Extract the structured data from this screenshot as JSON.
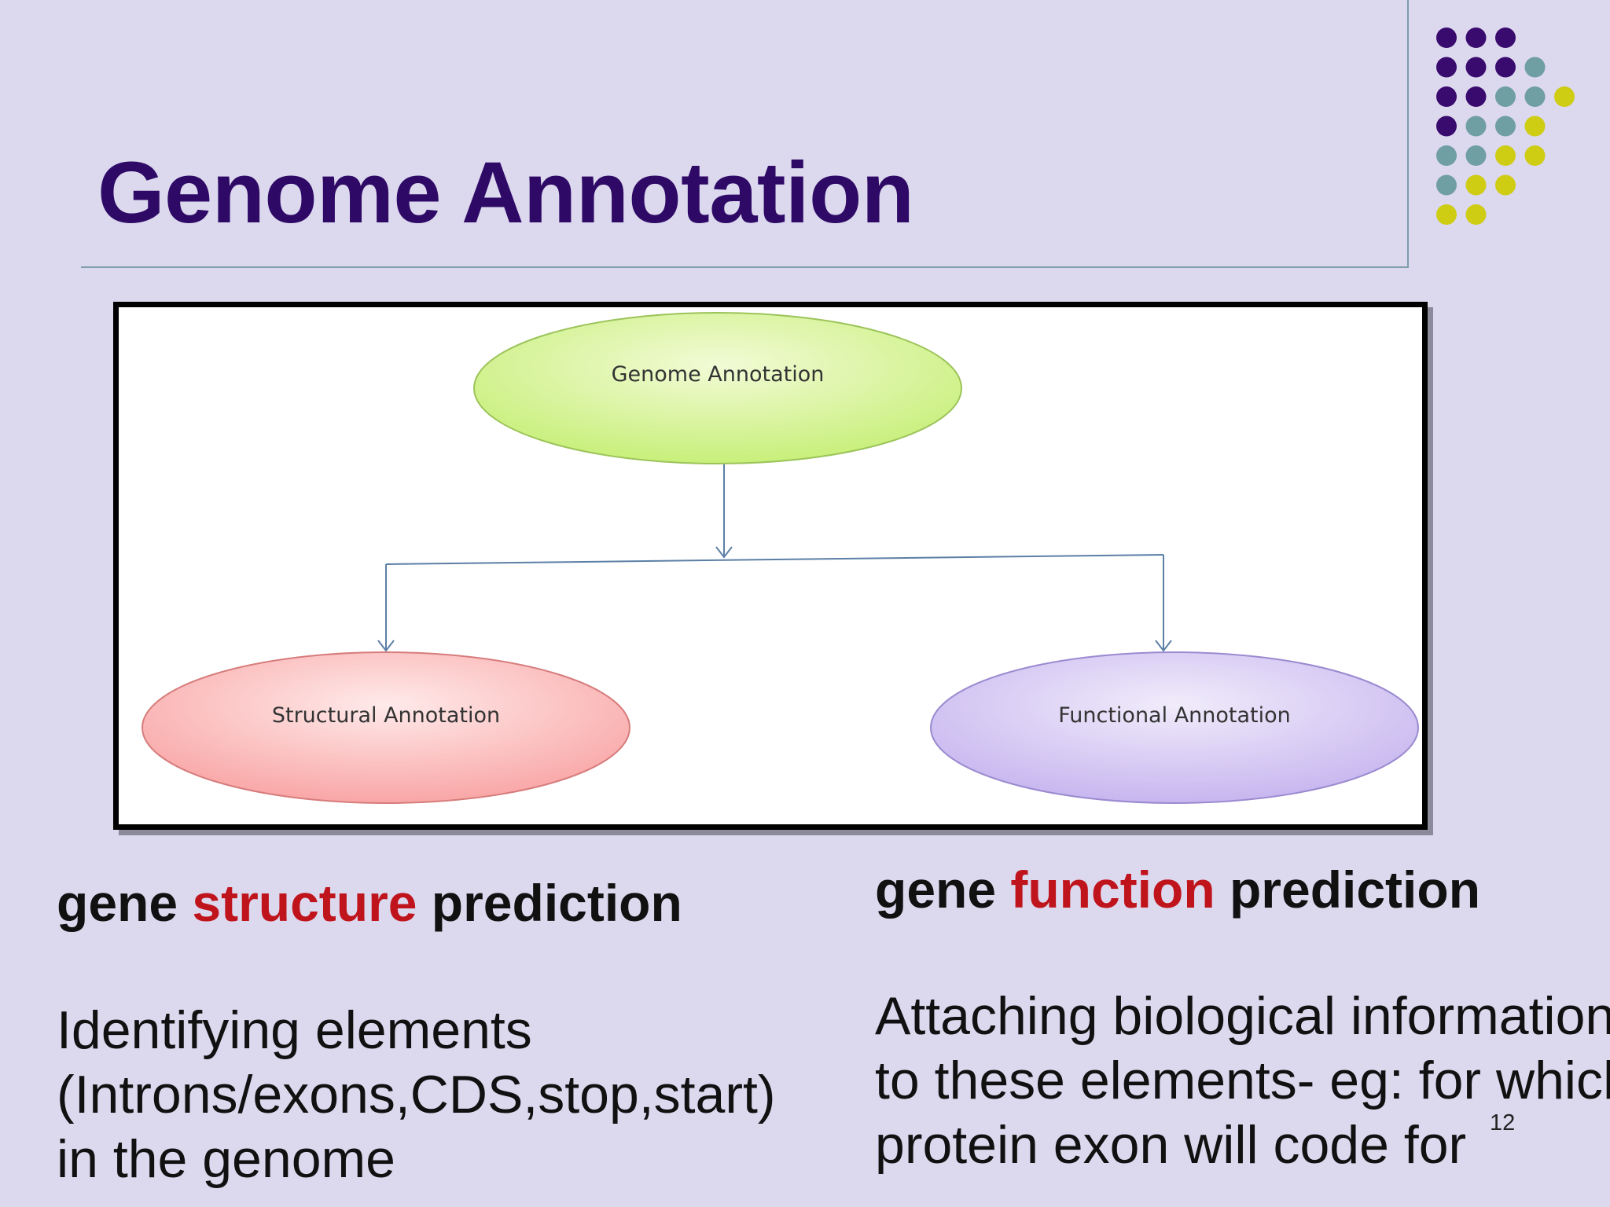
{
  "slide": {
    "title": "Genome Annotation",
    "page_number": "12"
  },
  "colors": {
    "background": "#dcd8ee",
    "title": "#2e0a66",
    "accent_red": "#c0141c",
    "dot_purple": "#3a0b6e",
    "dot_teal": "#6f9ea3",
    "dot_yellow": "#cfcc14"
  },
  "diagram": {
    "root": "Genome Annotation",
    "left_child": "Structural Annotation",
    "right_child": "Functional Annotation"
  },
  "left_column": {
    "heading_pre": "gene ",
    "heading_accent": "structure",
    "heading_post": " prediction",
    "lines": [
      "Identifying elements",
      "(Introns/exons,CDS,stop,start)",
      "in the genome"
    ]
  },
  "right_column": {
    "heading_pre": "gene ",
    "heading_accent": "function",
    "heading_post": " prediction",
    "lines": [
      "Attaching biological information",
      "to these elements- eg: for which",
      "protein exon will code for"
    ]
  }
}
